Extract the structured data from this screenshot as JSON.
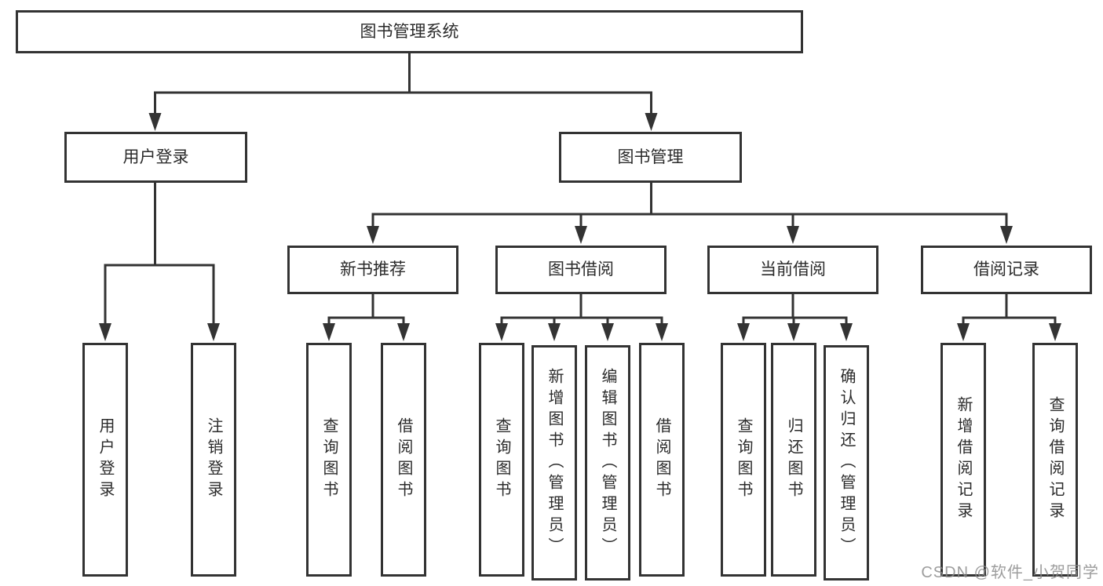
{
  "diagram": {
    "root": "图书管理系统",
    "branches": {
      "user_login": {
        "label": "用户登录",
        "children": {
          "login": "用户登录",
          "logout": "注销登录"
        }
      },
      "book_mgmt": {
        "label": "图书管理",
        "children": {
          "new_book_rec": {
            "label": "新书推荐",
            "children": {
              "query_book": "查询图书",
              "borrow_book": "借阅图书"
            }
          },
          "book_borrow": {
            "label": "图书借阅",
            "children": {
              "query_book": "查询图书",
              "add_book": "新增图书（管理员）",
              "edit_book": "编辑图书（管理员）",
              "borrow_book": "借阅图书"
            }
          },
          "current_borrow": {
            "label": "当前借阅",
            "children": {
              "query_book": "查询图书",
              "return_book": "归还图书",
              "confirm_return": "确认归还（管理员）"
            }
          },
          "borrow_records": {
            "label": "借阅记录",
            "children": {
              "add_record": "新增借阅记录",
              "query_record": "查询借阅记录"
            }
          }
        }
      }
    }
  },
  "watermark": "CSDN @软件_小贺同学",
  "colors": {
    "line": "#333333",
    "text": "#2b2b2b",
    "background": "#ffffff",
    "watermark": "#8c8c8c"
  }
}
